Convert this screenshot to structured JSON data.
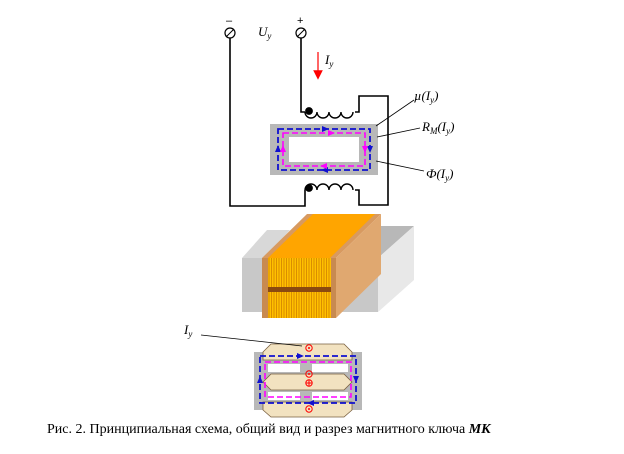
{
  "labels": {
    "minus": "–",
    "plus": "+",
    "u_main": "U",
    "u_sub": "y",
    "i_main": "I",
    "i_sub": "y",
    "mu_text": "µ(I",
    "mu_sub": "y",
    "mu_close": ")",
    "rm_main": "R",
    "rm_mid": "M",
    "rm_text": "(I",
    "rm_sub": "y",
    "rm_close": ")",
    "phi_text": "Ф(I",
    "phi_sub": "y",
    "phi_close": ")",
    "iy2_main": "I",
    "iy2_sub": "y"
  },
  "caption": {
    "text": "Рис. 2. Принципиальная схема, общий вид и разрез магнитного ключа ",
    "bold": "МК"
  },
  "colors": {
    "core": "#b8b8b8",
    "flux": "#1010d0",
    "loop": "#ff00ff",
    "orange": "#ffa500",
    "block_light": "#d8d8d8",
    "block_dark": "#7a7a7a",
    "arrow_current": "#ff0000"
  }
}
